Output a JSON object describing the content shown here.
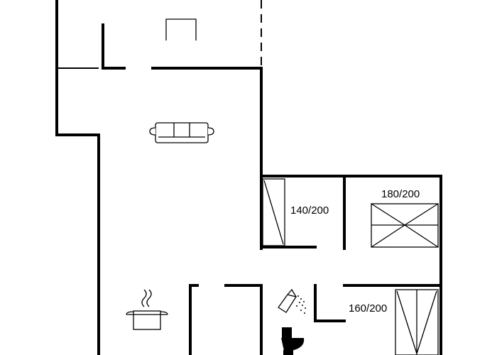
{
  "plan": {
    "rooms": [
      {
        "id": "bedroom-small",
        "bed_size": "140/200"
      },
      {
        "id": "bedroom-large",
        "bed_size": "180/200"
      },
      {
        "id": "bedroom-lower",
        "bed_size": "160/200"
      }
    ],
    "furniture": [
      "sofa-icon",
      "fireplace-icon",
      "cooking-pot-icon",
      "shower-icon",
      "toilet-icon",
      "bed-icon",
      "wardrobe-icon"
    ],
    "colors": {
      "wall": "#000000",
      "background": "#ffffff"
    }
  }
}
